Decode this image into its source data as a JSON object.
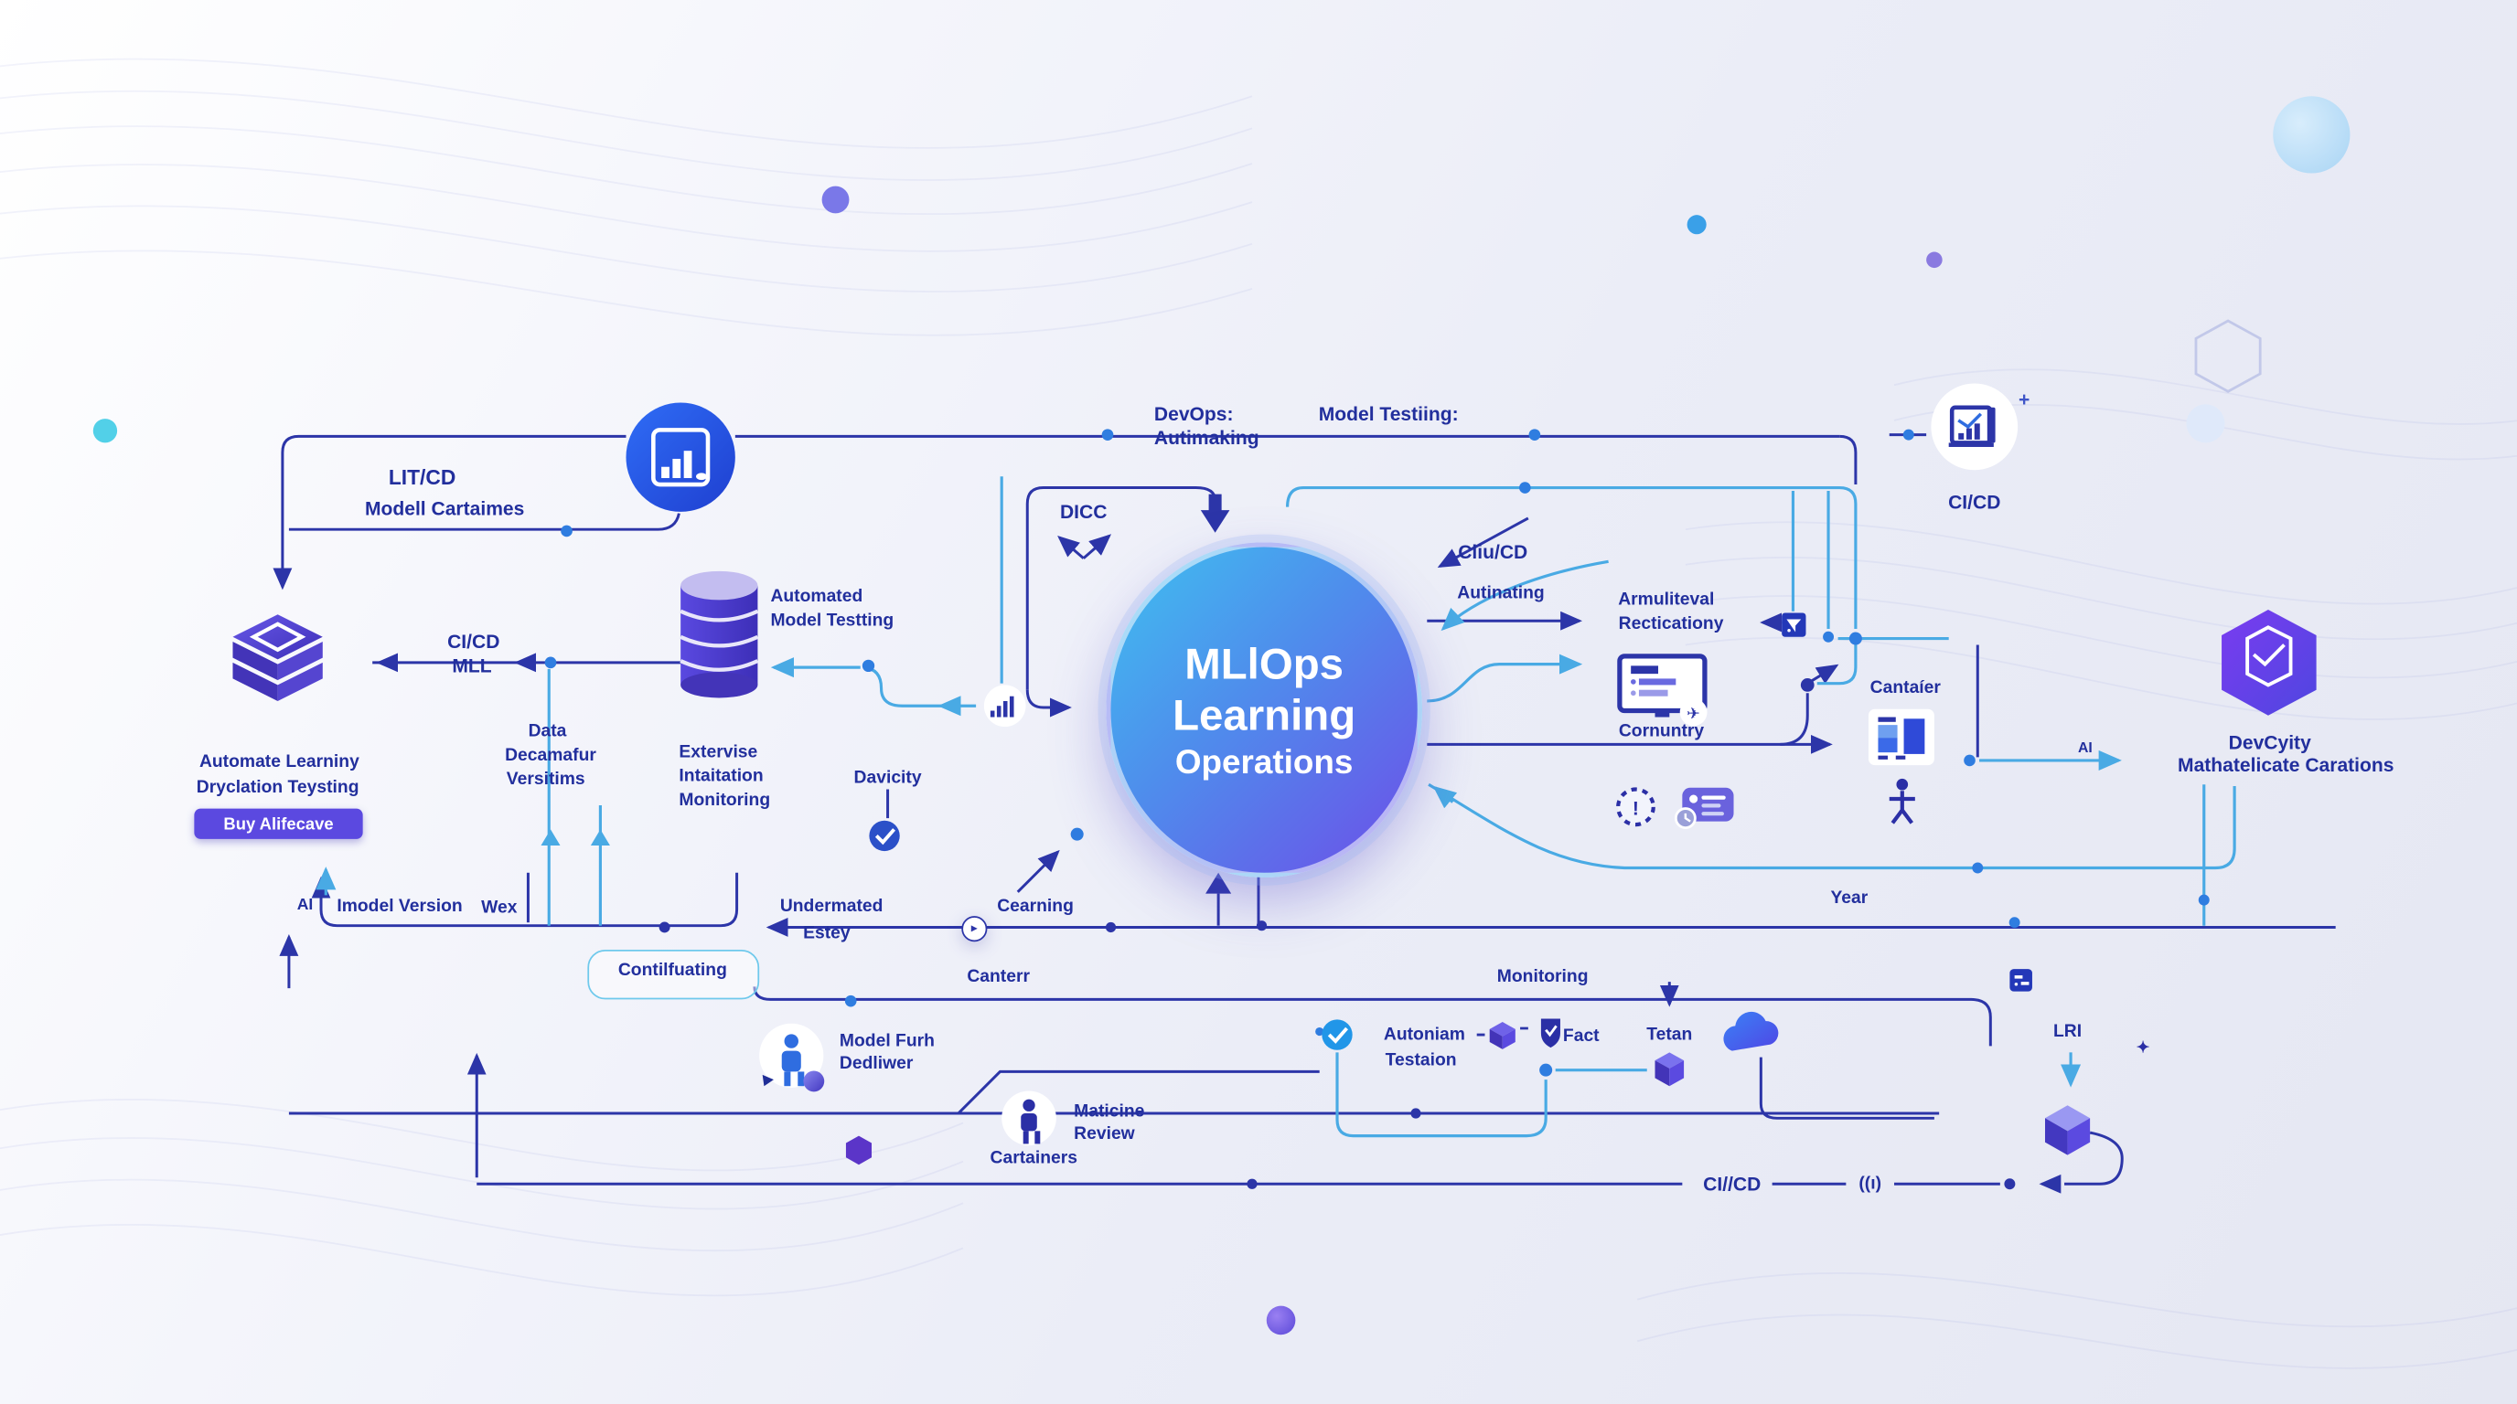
{
  "colors": {
    "accent_navy": "#2c35a8",
    "accent_cyan": "#49aae4",
    "dot_blue": "#2f7de0",
    "node_purple": "#5b49e0",
    "circle_gradient_start": "#3fc0f0",
    "circle_gradient_end": "#6d4ee8"
  },
  "center": {
    "line1": "MLlOps",
    "line2": "Learning",
    "line3": "Operations"
  },
  "top_left": {
    "title": "LIT/CD",
    "subtitle": "Modell Cartaimes"
  },
  "top": {
    "devops_line1": "DevOps:",
    "devops_line2": "Autimaking",
    "model_testing": "Model Testiing:"
  },
  "top_right": {
    "label": "CI/CD",
    "plus": "+"
  },
  "left_node": {
    "line1": "Automate Learniny",
    "line2": "Dryclation Teysting",
    "button": "Buy Alifecave"
  },
  "cicd_mll": {
    "line1": "CI/CD",
    "line2": "MLL"
  },
  "data_versions": {
    "line1": "Data",
    "line2": "Decamafur",
    "line3": "Versitims"
  },
  "automated": {
    "line1": "Automated",
    "line2": "Model Testting"
  },
  "extervise": {
    "line1": "Extervise",
    "line2": "Intaitation",
    "line3": "Monitoring"
  },
  "davicity": {
    "label": "Davicity"
  },
  "dicc": {
    "label": "DICC"
  },
  "cluster": {
    "cliucd": "Cliu/CD",
    "autinating": "Autinating",
    "armu_line1": "Armuliteval",
    "armu_line2": "Recticationy",
    "cornuntry": "Cornuntry",
    "cantaier": "Cantaíer",
    "ai": "AI",
    "year": "Year"
  },
  "devcyity": {
    "line1": "DevCyity",
    "line2": "Mathatelicate Carations"
  },
  "midrow": {
    "ai": "AI",
    "imodel": "Imodel Version",
    "wex": "Wex",
    "und_line1": "Undermated",
    "und_line2": "Estey",
    "cearning": "Cearning"
  },
  "bottom": {
    "contilfuating": "Contilfuating",
    "canterr": "Canterr",
    "monitoring": "Monitoring",
    "model_line1": "Model Furh",
    "model_line2": "Dedliwer",
    "maticine_line1": "Maticine",
    "maticine_line2": "Review",
    "cartainers": "Cartainers",
    "auton_line1": "Autoniam",
    "auton_line2": "Testaion",
    "fact": "Fact",
    "tetan": "Tetan",
    "lri": "LRI",
    "cicd": "CI//CD",
    "signal": "((ı)"
  },
  "icons": {
    "check": "✓",
    "plane": "✈",
    "alert": "!",
    "play": "▸",
    "star": "✦"
  }
}
